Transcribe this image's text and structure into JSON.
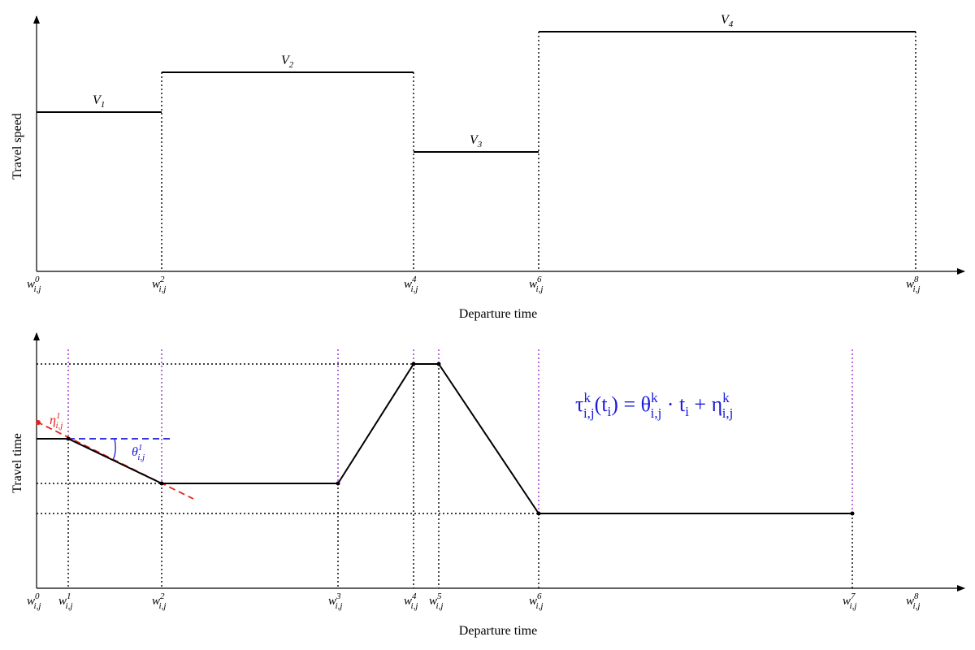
{
  "top_panel": {
    "ylabel": "Travel speed",
    "xlabel": "Departure time",
    "ticks": [
      {
        "main": "w",
        "sup": "0",
        "sub": "i,j"
      },
      {
        "main": "w",
        "sup": "2",
        "sub": "i,j"
      },
      {
        "main": "w",
        "sup": "4",
        "sub": "i,j"
      },
      {
        "main": "w",
        "sup": "6",
        "sub": "i,j"
      },
      {
        "main": "w",
        "sup": "8",
        "sub": "i,j"
      }
    ],
    "speed_levels": [
      {
        "main": "V",
        "sub": "1"
      },
      {
        "main": "V",
        "sub": "2"
      },
      {
        "main": "V",
        "sub": "3"
      },
      {
        "main": "V",
        "sub": "4"
      }
    ]
  },
  "bottom_panel": {
    "ylabel": "Travel time",
    "xlabel": "Departure time",
    "ticks": [
      {
        "main": "w",
        "sup": "0",
        "sub": "i,j"
      },
      {
        "main": "w",
        "sup": "1",
        "sub": "i,j"
      },
      {
        "main": "w",
        "sup": "2",
        "sub": "i,j"
      },
      {
        "main": "w",
        "sup": "3",
        "sub": "i,j"
      },
      {
        "main": "w",
        "sup": "4",
        "sub": "i,j"
      },
      {
        "main": "w",
        "sup": "5",
        "sub": "i,j"
      },
      {
        "main": "w",
        "sup": "6",
        "sub": "i,j"
      },
      {
        "main": "w",
        "sup": "7",
        "sub": "i,j"
      },
      {
        "main": "w",
        "sup": "8",
        "sub": "i,j"
      }
    ],
    "eta_label": {
      "main": "η",
      "sup": "1",
      "sub": "i,j"
    },
    "theta_label": {
      "main": "θ",
      "sup": "1",
      "sub": "i,j"
    },
    "formula": {
      "lhs": "τ",
      "lhs_sup": "k",
      "lhs_sub": "i,j",
      "arg": "(t",
      "arg_sub": "i",
      "arg_close": ")",
      "eq": " = ",
      "theta": "θ",
      "theta_sup": "k",
      "theta_sub": "i,j",
      "dot": " · t",
      "t_sub": "i",
      "plus": " + ",
      "eta": "η",
      "eta_sup": "k",
      "eta_sub": "i,j"
    }
  },
  "colors": {
    "axis": "#000000",
    "curve": "#000000",
    "vline_purple": "#9b30c8",
    "tangent": "#e8201a",
    "horizontal_ref": "#1a1adb",
    "formula": "#1a1adb"
  }
}
